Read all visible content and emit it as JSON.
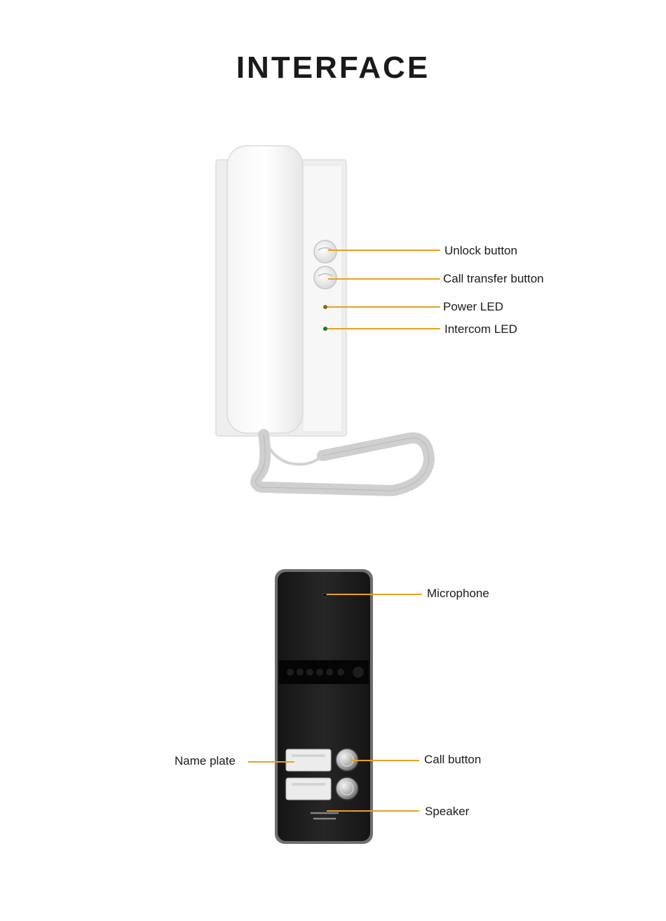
{
  "title": "INTERFACE",
  "accent_color": "#e8a020",
  "indoor_unit": {
    "labels": {
      "unlock": "Unlock button",
      "call_transfer": "Call transfer button",
      "power_led": "Power LED",
      "intercom_led": "Intercom LED"
    }
  },
  "outdoor_unit": {
    "labels": {
      "microphone": "Microphone",
      "name_plate": "Name plate",
      "call_button": "Call button",
      "speaker": "Speaker"
    }
  }
}
